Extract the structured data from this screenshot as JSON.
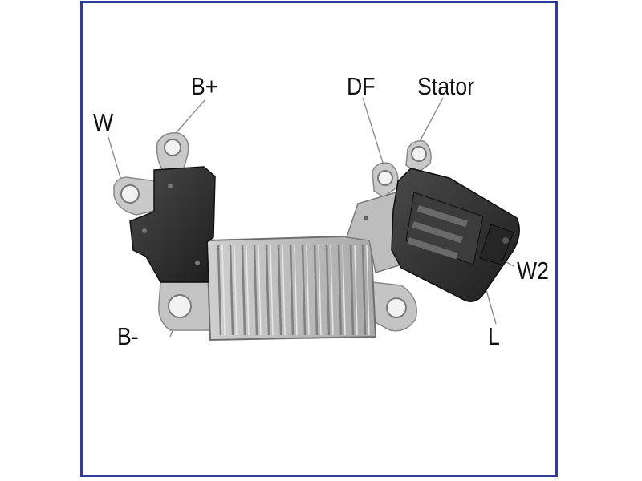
{
  "diagram": {
    "labels": {
      "w": "W",
      "b_plus": "B+",
      "df": "DF",
      "stator": "Stator",
      "w2": "W2",
      "b_minus": "B-",
      "l": "L"
    }
  },
  "colors": {
    "frame": "#2d3d9c",
    "heatsink": "#bdbdbd",
    "fins": "#8a8a8a",
    "terminal": "#c7c7c7",
    "housing": "#2b2b2b",
    "text": "#111111"
  }
}
